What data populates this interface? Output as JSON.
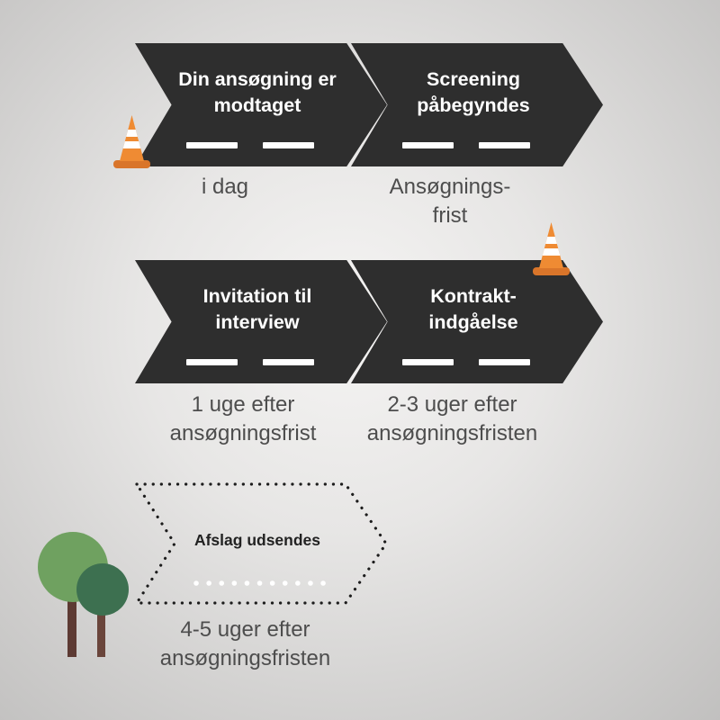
{
  "colors": {
    "arrow-dark": "#2e2e2e",
    "caption-text": "#4d4d4d",
    "label-text": "#ffffff",
    "cone-orange": "#ef8b33",
    "cone-base": "#d9752a",
    "tree-light-green": "#6fa160",
    "tree-dark-green": "#3d7050",
    "trunk-brown-1": "#5d3a33",
    "trunk-brown-2": "#6a453b"
  },
  "steps": [
    {
      "label": "Din ansøgning er\nmodtaget",
      "caption": "i dag"
    },
    {
      "label": "Screening\npåbegyndes",
      "caption": "Ansøgnings-\nfrist"
    },
    {
      "label": "Invitation til\ninterview",
      "caption": "1 uge efter\nansøgningsfrist"
    },
    {
      "label": "Kontrakt-\nindgåelse",
      "caption": "2-3 uger efter\nansøgningsfristen"
    },
    {
      "label": "Afslag udsendes",
      "caption": "4-5 uger efter\nansøgningsfristen"
    }
  ],
  "icons": {
    "cone_1": "traffic-cone-icon",
    "cone_2": "traffic-cone-icon",
    "trees": "tree-icon"
  }
}
